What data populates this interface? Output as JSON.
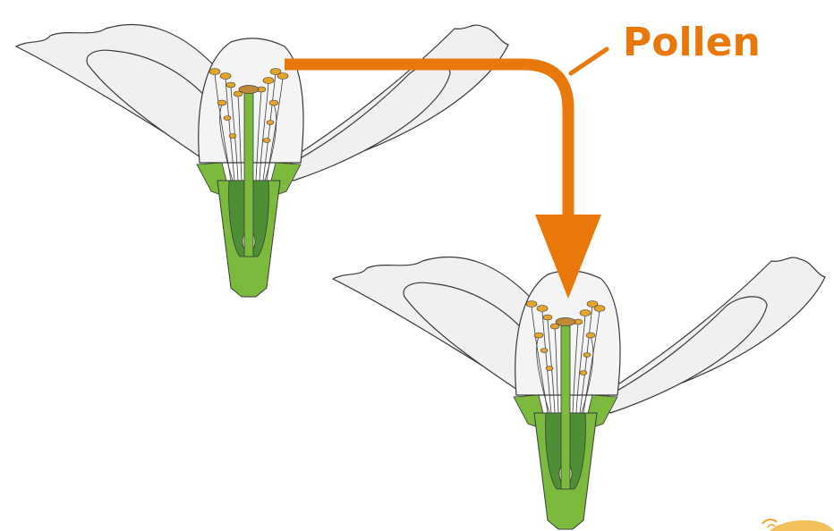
{
  "labels": {
    "pollen": "Pollen"
  },
  "colors": {
    "arrow": "#E8780A",
    "label": "#E8780A",
    "petal": "#F0F0F0",
    "petal_stroke": "#3A3A3A",
    "green_light": "#7CBA3D",
    "green_dark": "#4E8F35",
    "anther": "#E5A52A",
    "ovule": "#F5F0D0",
    "logo": "#F2C15A"
  },
  "flowers": [
    {
      "name": "donor-flower"
    },
    {
      "name": "recipient-flower"
    }
  ],
  "icons": {
    "corner_mark": "logo-mark-icon"
  }
}
